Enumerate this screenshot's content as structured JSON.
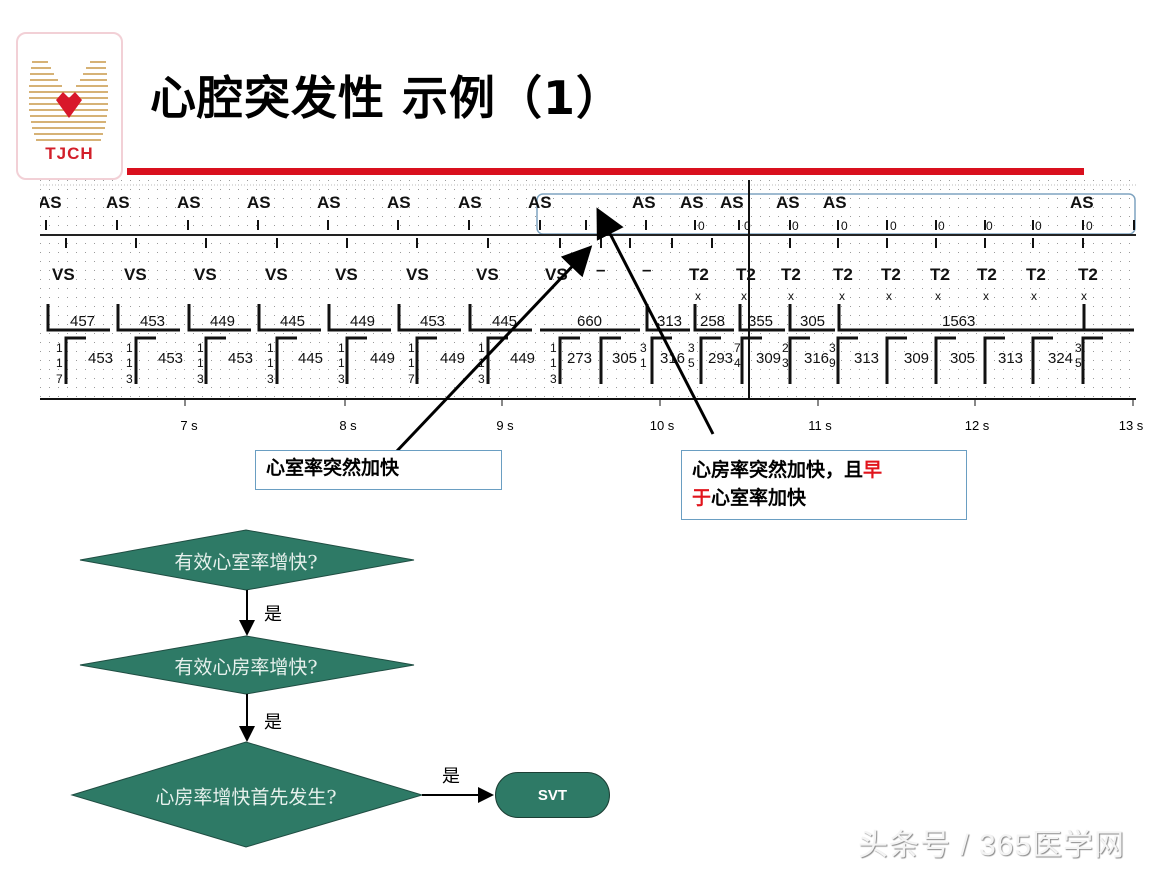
{
  "slide": {
    "title": "心腔突发性 示例（1）",
    "logo_text": "TJCH",
    "accent_color": "#d9101e",
    "watermark": "头条号 / 365医学网"
  },
  "egm": {
    "atrial_markers": [
      "AS",
      "AS",
      "AS",
      "AS",
      "AS",
      "AS",
      "AS",
      "AS",
      "AS",
      "AS",
      "AS",
      "AS",
      "AS",
      "AS"
    ],
    "ventricular_markers": [
      "VS",
      "VS",
      "VS",
      "VS",
      "VS",
      "VS",
      "VS",
      "VS",
      "–",
      "–",
      "T2",
      "T2",
      "T2",
      "T2",
      "T2",
      "T2",
      "T2",
      "T2",
      "T2"
    ],
    "aa_intervals": [
      "457",
      "453",
      "449",
      "445",
      "449",
      "453",
      "445",
      "660",
      "313",
      "258",
      "355",
      "305",
      "1563"
    ],
    "vv_intervals": [
      "453",
      "453",
      "453",
      "445",
      "449",
      "449",
      "449",
      "273",
      "305",
      "316",
      "293",
      "309",
      "316",
      "313",
      "309",
      "305",
      "313",
      "324"
    ],
    "time_axis": [
      "7 s",
      "8 s",
      "9 s",
      "10 s",
      "11 s",
      "12 s",
      "13 s"
    ]
  },
  "callouts": {
    "ventricular": "心室率突然加快",
    "atrial_part1": "心房率突然加快，且",
    "atrial_red1": "早",
    "atrial_red2": "于",
    "atrial_part2": "心室率加快"
  },
  "flowchart": {
    "decision1": "有效心室率增快?",
    "decision2": "有效心房率增快?",
    "decision3": "心房率增快首先发生?",
    "yes1": "是",
    "yes2": "是",
    "yes3": "是",
    "result": "SVT",
    "shape_color": "#2e7a66"
  }
}
